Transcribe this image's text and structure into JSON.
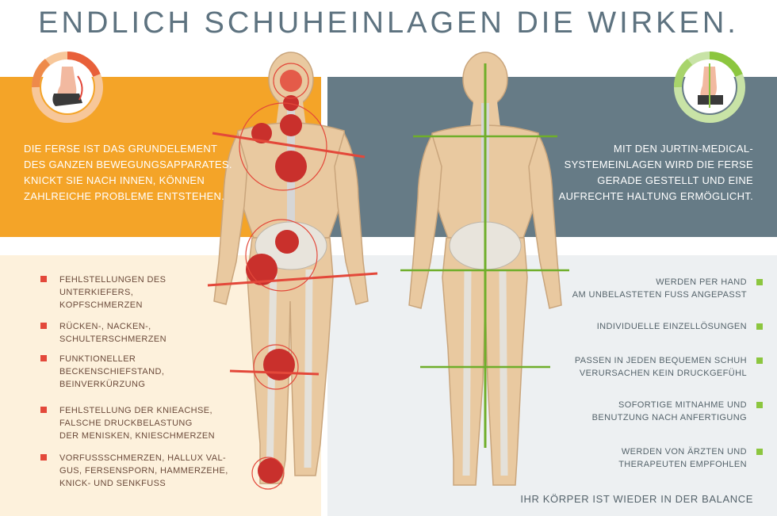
{
  "title": "ENDLICH SCHUHEINLAGEN DIE WIRKEN.",
  "left_intro": "DIE FERSE IST DAS GRUNDELEMENT DES GANZEN BEWEGUNGSAPPARATES. KNICKT SIE NACH INNEN, KÖNNEN ZAHLREICHE PROBLEME ENTSTEHEN.",
  "right_intro": "MIT DEN JURTIN-MEDICAL-SYSTEMEINLAGEN WIRD DIE FERSE GERADE GESTELLT UND EINE AUFRECHTE HALTUNG ERMÖGLICHT.",
  "problems": [
    {
      "line1": "FEHLSTELLUNGEN DES",
      "line2": "UNTERKIEFERS,",
      "line3": "KOPFSCHMERZEN"
    },
    {
      "line1": "RÜCKEN-, NACKEN-,",
      "line2": "SCHULTERSCHMERZEN",
      "line3": ""
    },
    {
      "line1": "FUNKTIONELLER",
      "line2": "BECKENSCHIEFSTAND,",
      "line3": "BEINVERKÜRZUNG"
    },
    {
      "line1": "FEHLSTELLUNG DER KNIEACHSE,",
      "line2": "FALSCHE DRUCKBELASTUNG",
      "line3": "DER MENISKEN, KNIESCHMERZEN"
    },
    {
      "line1": "VORFUSSSCHMERZEN, HALLUX VAL-",
      "line2": "GUS, FERSENSPORN, HAMMERZEHE,",
      "line3": "KNICK- UND SENKFUSS"
    }
  ],
  "benefits": [
    {
      "line1": "WERDEN PER HAND",
      "line2": "AM UNBELASTETEN FUSS ANGEPASST"
    },
    {
      "line1": "INDIVIDUELLE EINZELLÖSUNGEN",
      "line2": ""
    },
    {
      "line1": "PASSEN IN JEDEN BEQUEMEN SCHUH",
      "line2": "VERURSACHEN KEIN DRUCKGEFÜHL"
    },
    {
      "line1": "SOFORTIGE MITNAHME UND",
      "line2": "BENUTZUNG NACH ANFERTIGUNG"
    },
    {
      "line1": "WERDEN VON ÄRZTEN UND",
      "line2": "THERAPEUTEN EMPFOHLEN"
    }
  ],
  "balance": "IHR KÖRPER IST WIEDER IN DER BALANCE",
  "colors": {
    "orange": "#f4a428",
    "slate": "#667b86",
    "problem_red": "#e3483a",
    "balance_green": "#8cc63f",
    "skin": "#e9c9a0",
    "title": "#5e7380"
  },
  "icons": {
    "left_badge": "misaligned-heel-icon",
    "right_badge": "aligned-heel-icon"
  }
}
